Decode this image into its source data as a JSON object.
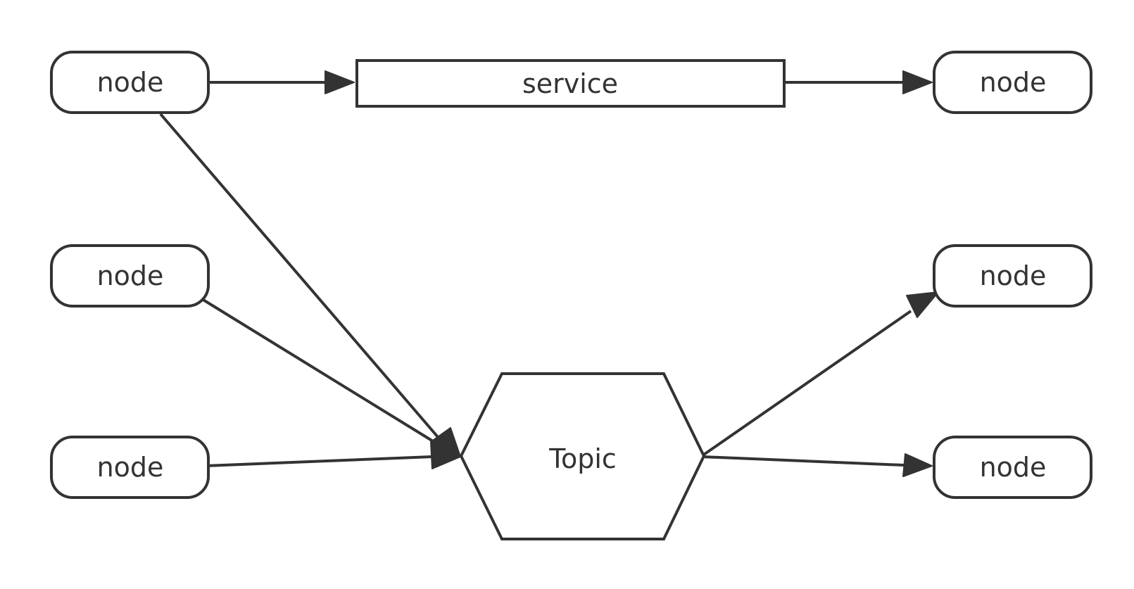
{
  "diagram": {
    "colors": {
      "stroke": "#333333",
      "fill": "#ffffff",
      "text": "#333333"
    },
    "nodes": [
      {
        "id": "node_tl",
        "label": "node",
        "shape": "rounded-rect"
      },
      {
        "id": "node_ml",
        "label": "node",
        "shape": "rounded-rect"
      },
      {
        "id": "node_bl",
        "label": "node",
        "shape": "rounded-rect"
      },
      {
        "id": "service",
        "label": "service",
        "shape": "rect"
      },
      {
        "id": "topic",
        "label": "Topic",
        "shape": "hexagon"
      },
      {
        "id": "node_tr",
        "label": "node",
        "shape": "rounded-rect"
      },
      {
        "id": "node_mr",
        "label": "node",
        "shape": "rounded-rect"
      },
      {
        "id": "node_br",
        "label": "node",
        "shape": "rounded-rect"
      }
    ],
    "edges": [
      {
        "from": "node_tl",
        "to": "service"
      },
      {
        "from": "service",
        "to": "node_tr"
      },
      {
        "from": "node_tl",
        "to": "topic"
      },
      {
        "from": "node_ml",
        "to": "topic"
      },
      {
        "from": "node_bl",
        "to": "topic"
      },
      {
        "from": "topic",
        "to": "node_mr"
      },
      {
        "from": "topic",
        "to": "node_br"
      }
    ]
  }
}
